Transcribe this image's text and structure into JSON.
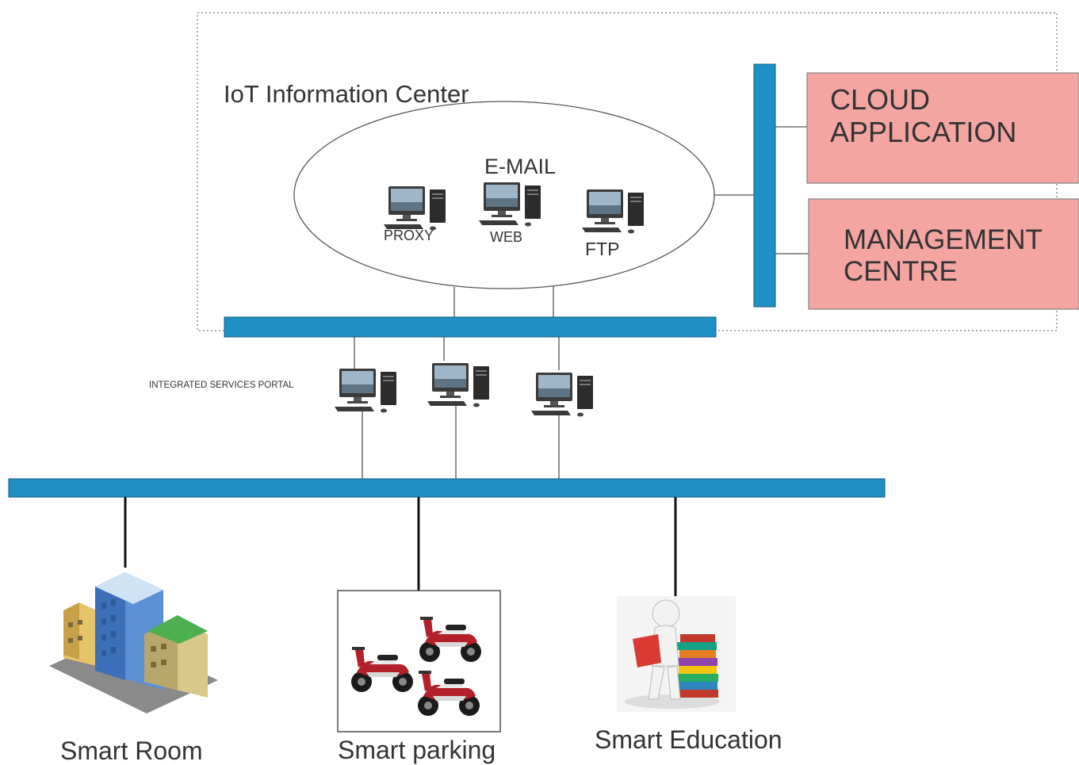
{
  "diagram": {
    "info_center_label": "IoT Information Center",
    "servers": {
      "email_label": "E-MAIL",
      "proxy_label": "PROXY",
      "web_label": "WEB",
      "ftp_label": "FTP"
    },
    "boxes": {
      "cloud_line1": "CLOUD",
      "cloud_line2": "APPLICATION",
      "management_line1": "MANAGEMENT",
      "management_line2": "CENTRE"
    },
    "portal_label": "INTEGRATED SERVICES PORTAL",
    "endpoints": {
      "smart_room": "Smart Room",
      "smart_parking": "Smart parking",
      "smart_education": "Smart Education"
    },
    "colors": {
      "bus": "#1f8fc4",
      "box_fill": "#f4a5a2",
      "box_stroke": "#888888"
    }
  }
}
